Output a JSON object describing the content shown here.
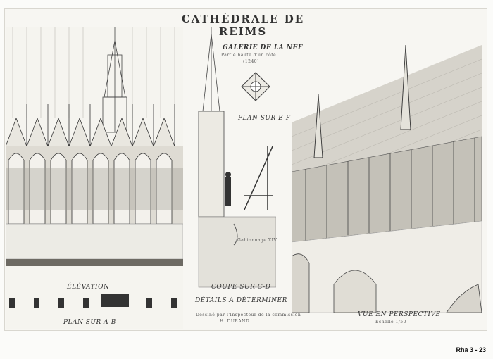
{
  "document": {
    "title": "CATHÉDRALE DE REIMS",
    "page_label": "Rha 3 - 23"
  },
  "panels": {
    "left": {
      "caption": "ÉLÉVATION",
      "plan_caption": "PLAN SUR A-B"
    },
    "middle": {
      "heading": "GALERIE DE LA NEF",
      "subheading": "Partie haute d'un côté",
      "date": "(1240)",
      "plan_label": "PLAN SUR E-F",
      "cut_label": "COUPE SUR C-D",
      "detail_caption": "DÉTAILS À DÉTERMINER",
      "credit_line": "Dessiné par l'Inspecteur de la commission",
      "author": "H. DURAND",
      "annotation": "Gabionnage XIV"
    },
    "right": {
      "caption": "VUE EN PERSPECTIVE",
      "subcaption": "Échelle 1/50"
    }
  }
}
